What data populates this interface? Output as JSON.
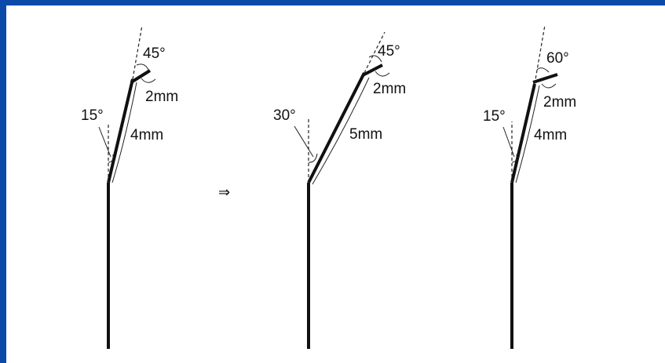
{
  "figures": [
    {
      "top_angle": "45°",
      "tip_length": "2mm",
      "side_angle": "15°",
      "bend_length": "4mm"
    },
    {
      "top_angle": "45°",
      "tip_length": "2mm",
      "side_angle": "30°",
      "bend_length": "5mm"
    },
    {
      "top_angle": "60°",
      "tip_length": "2mm",
      "side_angle": "15°",
      "bend_length": "4mm"
    }
  ],
  "arrow_symbol": "⇒",
  "colors": {
    "frame": "#0b4aa8",
    "background": "#ffffff",
    "ink": "#111111"
  }
}
